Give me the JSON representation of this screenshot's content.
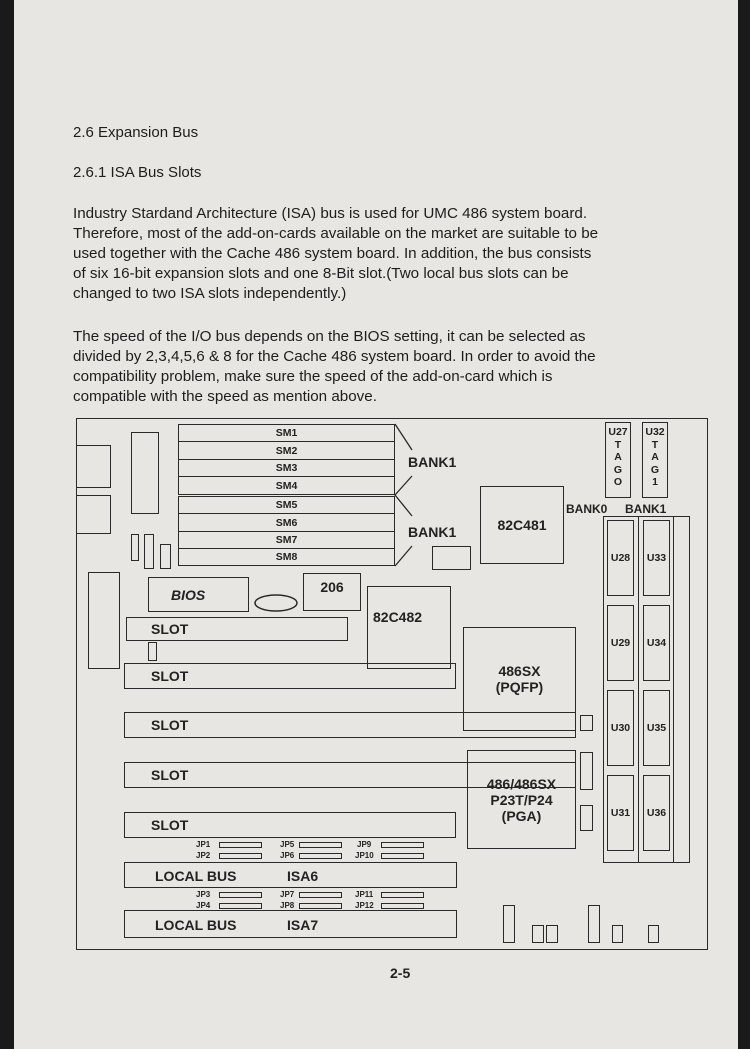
{
  "section_title": "2.6 Expansion Bus",
  "subsection_title": "2.6.1 ISA Bus Slots",
  "paragraph1": [
    "Industry Stardand Architecture (ISA) bus is used for UMC 486 system board.",
    "Therefore, most of the add-on-cards available on the market are suitable to be",
    "used together with the Cache 486 system board. In addition, the bus consists",
    "of six 16-bit expansion slots and one 8-Bit slot.(Two local bus slots can be",
    "changed to two ISA slots independently.)"
  ],
  "paragraph2": [
    "The speed of the I/O bus depends on the BIOS setting, it can be selected as",
    "divided by 2,3,4,5,6 & 8 for the Cache 486 system board. In order to avoid the",
    "compatibility problem, make sure the speed of the add-on-card which is",
    "compatible with the speed as mention above."
  ],
  "diagram": {
    "simm": [
      "SM1",
      "SM2",
      "SM3",
      "SM4",
      "SM5",
      "SM6",
      "SM7",
      "SM8"
    ],
    "bank_upper": "BANK1",
    "bank_lower": "BANK1",
    "bios": "BIOS",
    "chip_206": "206",
    "chip_82c482": "82C482",
    "chip_82c481": "82C481",
    "cpu_pqfp": [
      "486SX",
      "(PQFP)"
    ],
    "cpu_pga": [
      "486/486SX",
      "P23T/P24",
      "(PGA)"
    ],
    "slots": [
      "SLOT",
      "SLOT",
      "SLOT",
      "SLOT",
      "SLOT"
    ],
    "tag0": [
      "U27",
      "T",
      "A",
      "G",
      "O"
    ],
    "tag1": [
      "U32",
      "T",
      "A",
      "G",
      "1"
    ],
    "bank0_label": "BANK0",
    "bank1_label": "BANK1",
    "cache_bank0": [
      "U28",
      "U29",
      "U30",
      "U31"
    ],
    "cache_bank1": [
      "U33",
      "U34",
      "U35",
      "U36"
    ],
    "jumpers_row1": [
      "JP1",
      "JP2",
      "JP5",
      "JP6",
      "JP9",
      "JP10"
    ],
    "jumpers_row2": [
      "JP3",
      "JP4",
      "JP7",
      "JP8",
      "JP11",
      "JP12"
    ],
    "local_bus": "LOCAL BUS",
    "isa6": "ISA6",
    "isa7": "ISA7"
  },
  "page_number": "2-5"
}
